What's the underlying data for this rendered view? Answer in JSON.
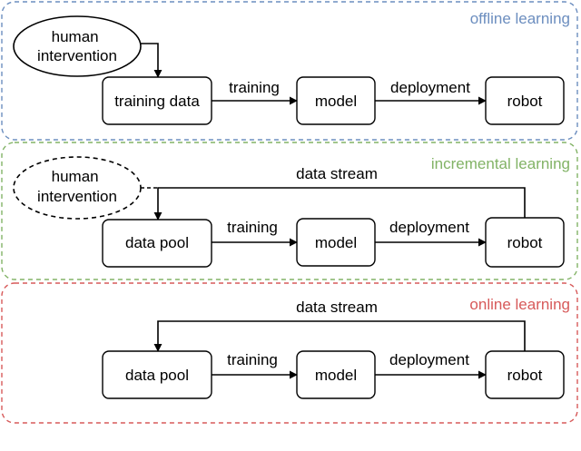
{
  "colors": {
    "offline": "#6c8ebf",
    "incremental": "#82b366",
    "online": "#d75a5a",
    "line": "#000000"
  },
  "panels": {
    "offline": {
      "title": "offline learning",
      "human": "human|intervention",
      "source": "training data",
      "model": "model",
      "robot": "robot",
      "edge_training": "training",
      "edge_deployment": "deployment"
    },
    "incremental": {
      "title": "incremental learning",
      "human": "human|intervention",
      "source": "data pool",
      "model": "model",
      "robot": "robot",
      "edge_training": "training",
      "edge_deployment": "deployment",
      "feedback": "data stream"
    },
    "online": {
      "title": "online learning",
      "source": "data pool",
      "model": "model",
      "robot": "robot",
      "edge_training": "training",
      "edge_deployment": "deployment",
      "feedback": "data stream"
    }
  }
}
